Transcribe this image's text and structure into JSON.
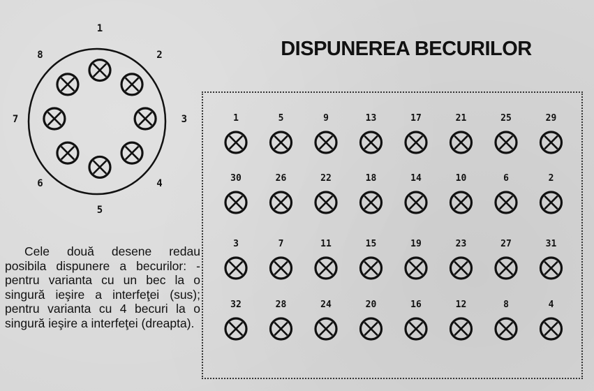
{
  "title": "DISPUNEREA BECURILOR",
  "circle_diagram": {
    "labels": [
      "1",
      "2",
      "3",
      "4",
      "5",
      "6",
      "7",
      "8"
    ]
  },
  "grid": {
    "columns": 8,
    "rows": [
      [
        "1",
        "5",
        "9",
        "13",
        "17",
        "21",
        "25",
        "29"
      ],
      [
        "30",
        "26",
        "22",
        "18",
        "14",
        "10",
        "6",
        "2"
      ],
      [
        "3",
        "7",
        "11",
        "15",
        "19",
        "23",
        "27",
        "31"
      ],
      [
        "32",
        "28",
        "24",
        "20",
        "16",
        "12",
        "8",
        "4"
      ]
    ]
  },
  "caption": "Cele două desene redau posibila dispunere a becurilor: - pentru varianta cu un bec la o singură ieşire a interfeţei (sus); pentru varianta cu 4 becuri la o singură ieşire a interfeţei (dreapta)."
}
